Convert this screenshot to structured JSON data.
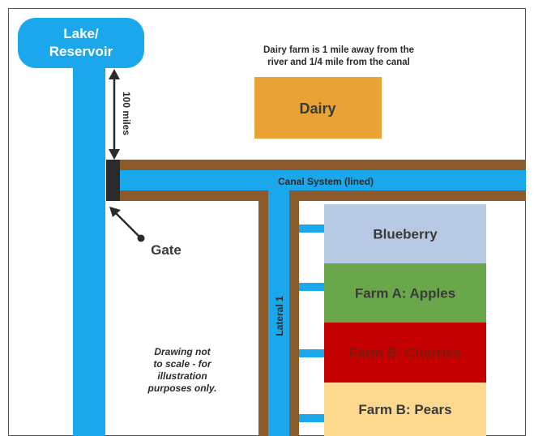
{
  "lake": {
    "line1": "Lake/",
    "line2": "Reservoir"
  },
  "distance_label": "100 miles",
  "dairy_note": {
    "line1": "Dairy farm is 1 mile away from the",
    "line2": "river and 1/4 mile from the canal"
  },
  "dairy_label": "Dairy",
  "canal_label": "Canal System (lined)",
  "gate_label": "Gate",
  "lateral_label": "Lateral 1",
  "disclaimer": {
    "line1": "Drawing not",
    "line2": "to scale - for",
    "line3": "illustration",
    "line4": "purposes only."
  },
  "farms": [
    {
      "label": "Blueberry",
      "color": "#b7c9e3",
      "text_color": "#3a3a3a"
    },
    {
      "label": "Farm A: Apples",
      "color": "#6aa74a",
      "text_color": "#3a3a3a"
    },
    {
      "label": "Farm B: Cherries",
      "color": "#c40000",
      "text_color": "#7a1a10"
    },
    {
      "label": "Farm B: Pears",
      "color": "#fcd98e",
      "text_color": "#3a3a3a"
    }
  ],
  "colors": {
    "water": "#1ba7ec",
    "canal_lining": "#8b5a2b",
    "dairy": "#e8a236",
    "gate": "#2b2b2b",
    "frame": "#555555"
  }
}
